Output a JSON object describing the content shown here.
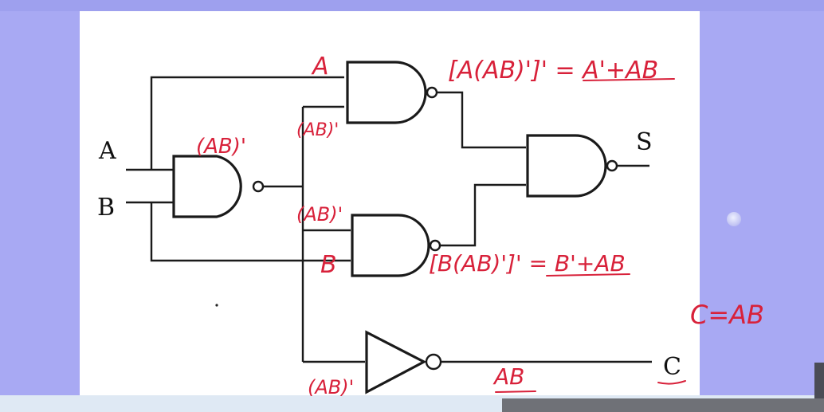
{
  "diagram": {
    "inputs": {
      "a": "A",
      "b": "B"
    },
    "outputs": {
      "s": "S",
      "c": "C"
    },
    "annotations": {
      "ab_comp_first": "(AB)'",
      "top_gate_input_a": "A",
      "top_gate_input_ab": "(AB)'",
      "top_gate_output": "[A(AB)']' = A'+AB",
      "mid_gate_input_ab": "(AB)'",
      "mid_gate_input_b": "B",
      "mid_gate_output": "[B(AB)']' = B'+AB",
      "not_gate_input": "(AB)'",
      "not_gate_output": "AB",
      "carry_equation": "C=AB"
    }
  }
}
